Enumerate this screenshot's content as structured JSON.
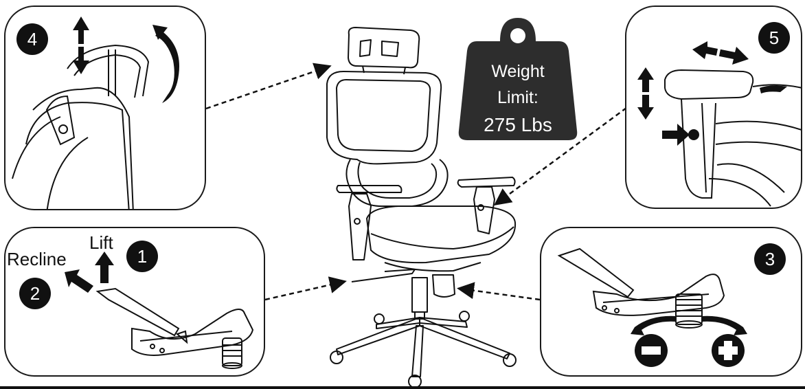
{
  "weight": {
    "line1": "Weight",
    "line2": "Limit:",
    "line3": "275 Lbs"
  },
  "panels": {
    "headrest": {
      "step": "4"
    },
    "armrest": {
      "step": "5"
    },
    "lever": {
      "lift_step": "1",
      "recline_step": "2",
      "lift_label": "Lift",
      "recline_label": "Recline"
    },
    "knob": {
      "step": "3"
    }
  },
  "icons": {
    "minus": "minus-circle-icon",
    "plus": "plus-circle-icon"
  }
}
